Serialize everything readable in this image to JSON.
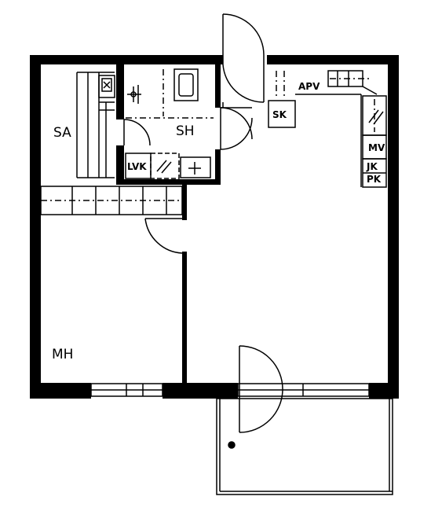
{
  "rooms": {
    "sauna": "SA",
    "bathroom": "SH",
    "bedroom": "MH"
  },
  "fixtures": {
    "storage_closet": "SK",
    "dishwasher": "APV",
    "cooler": "MV",
    "freezer": "JK",
    "chest_freezer": "PK",
    "drying_cabinet": "LVK"
  },
  "colors": {
    "wall": "#000000",
    "line": "#000000",
    "background": "#ffffff"
  }
}
